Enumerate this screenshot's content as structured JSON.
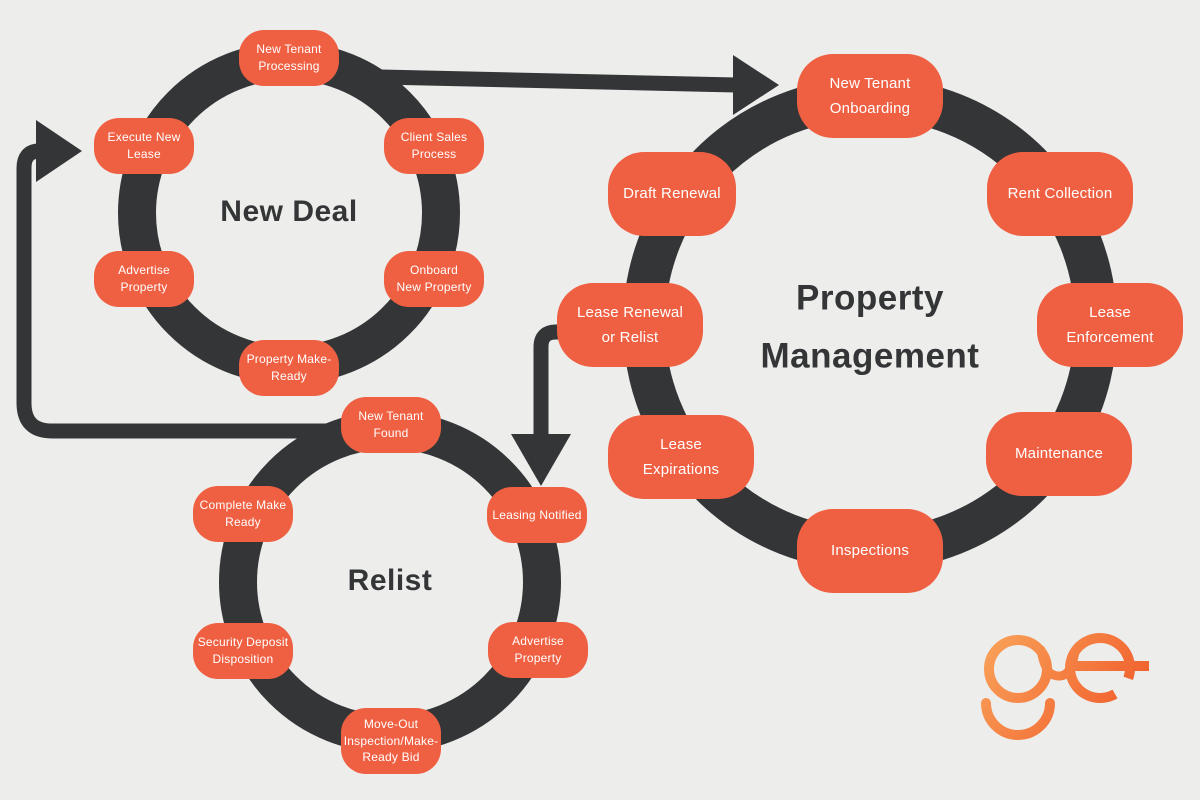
{
  "diagram": {
    "colors": {
      "background": "#EDEDEC",
      "ring_charcoal": "#333537",
      "node_orange": "#EF6043",
      "node_text": "#FFFFFF",
      "logo_gradient_start": "#F9A45B",
      "logo_gradient_end": "#EF5123"
    },
    "circles": [
      {
        "id": "new-deal",
        "title": "New Deal",
        "nodes": [
          {
            "label": "New Tenant\nProcessing"
          },
          {
            "label": "Client Sales\nProcess"
          },
          {
            "label": "Onboard\nNew Property"
          },
          {
            "label": "Property Make-\nReady"
          },
          {
            "label": "Advertise\nProperty"
          },
          {
            "label": "Execute New\nLease"
          }
        ]
      },
      {
        "id": "relist",
        "title": "Relist",
        "nodes": [
          {
            "label": "New Tenant\nFound"
          },
          {
            "label": "Leasing Notified"
          },
          {
            "label": "Advertise\nProperty"
          },
          {
            "label": "Move-Out\nInspection/Make-\nReady Bid"
          },
          {
            "label": "Security Deposit\nDisposition"
          },
          {
            "label": "Complete Make\nReady"
          }
        ]
      },
      {
        "id": "property-management",
        "title": "Property\nManagement",
        "nodes": [
          {
            "label": "New Tenant\nOnboarding"
          },
          {
            "label": "Rent Collection"
          },
          {
            "label": "Lease\nEnforcement"
          },
          {
            "label": "Maintenance"
          },
          {
            "label": "Inspections"
          },
          {
            "label": "Lease\nExpirations"
          },
          {
            "label": "Lease Renewal\nor Relist"
          },
          {
            "label": "Draft Renewal"
          }
        ]
      }
    ],
    "arrows": [
      {
        "id": "arrow-new-deal-to-pm",
        "from": "New Tenant Processing",
        "to": "New Tenant Onboarding"
      },
      {
        "id": "arrow-pm-to-relist",
        "from": "Lease Renewal or Relist",
        "to": "Leasing Notified"
      },
      {
        "id": "arrow-relist-to-new-deal",
        "from": "Relist",
        "to": "Execute New Lease"
      }
    ],
    "logo": {
      "text": "ge"
    }
  }
}
